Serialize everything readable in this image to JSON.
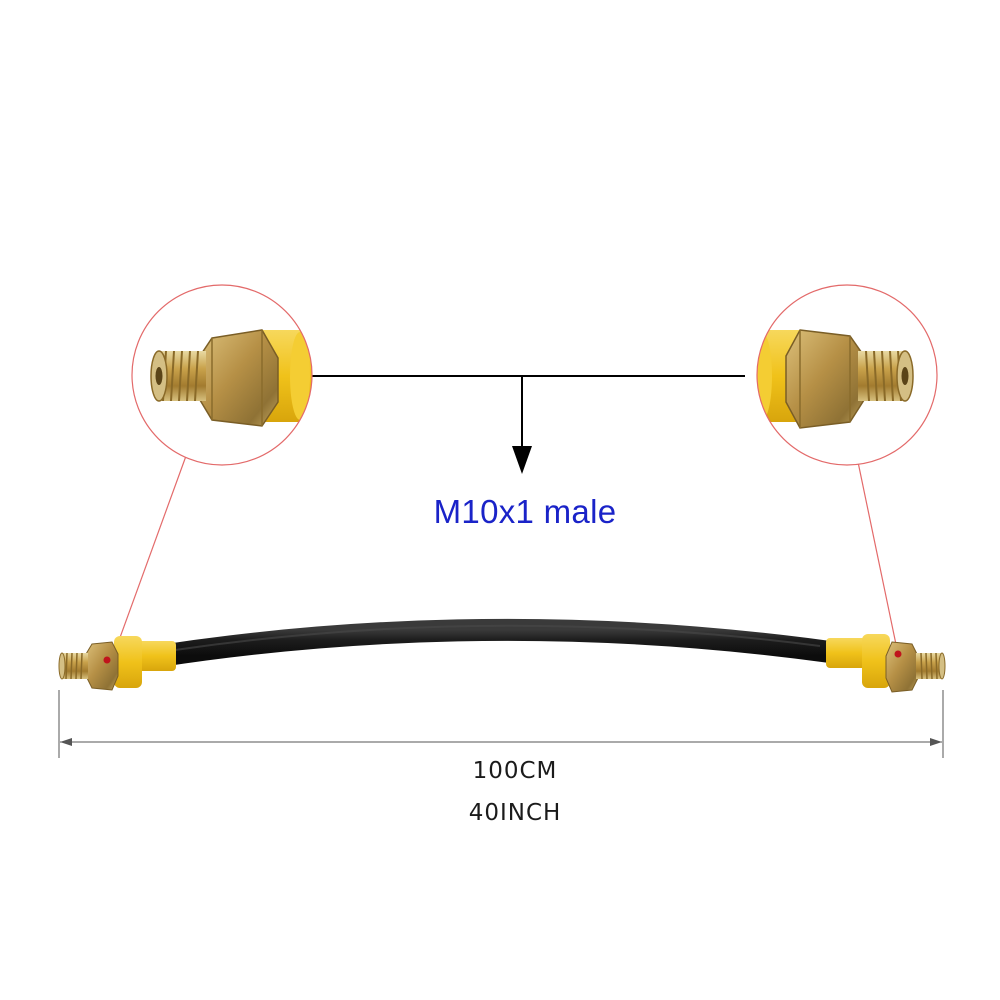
{
  "product": {
    "thread_spec": "M10x1 male",
    "length_metric": "100CM",
    "length_imperial": "40INCH"
  },
  "colors": {
    "background": "#ffffff",
    "hose": "#1c1c1c",
    "sleeve": "#f0c21a",
    "fitting_brass": "#c9a24b",
    "callout_line": "#e36a6a",
    "label_blue": "#1a23c8",
    "dimension_line": "#555555"
  },
  "icons": {
    "connector": "threaded-fitting-icon",
    "arrow": "arrow-down-icon"
  }
}
